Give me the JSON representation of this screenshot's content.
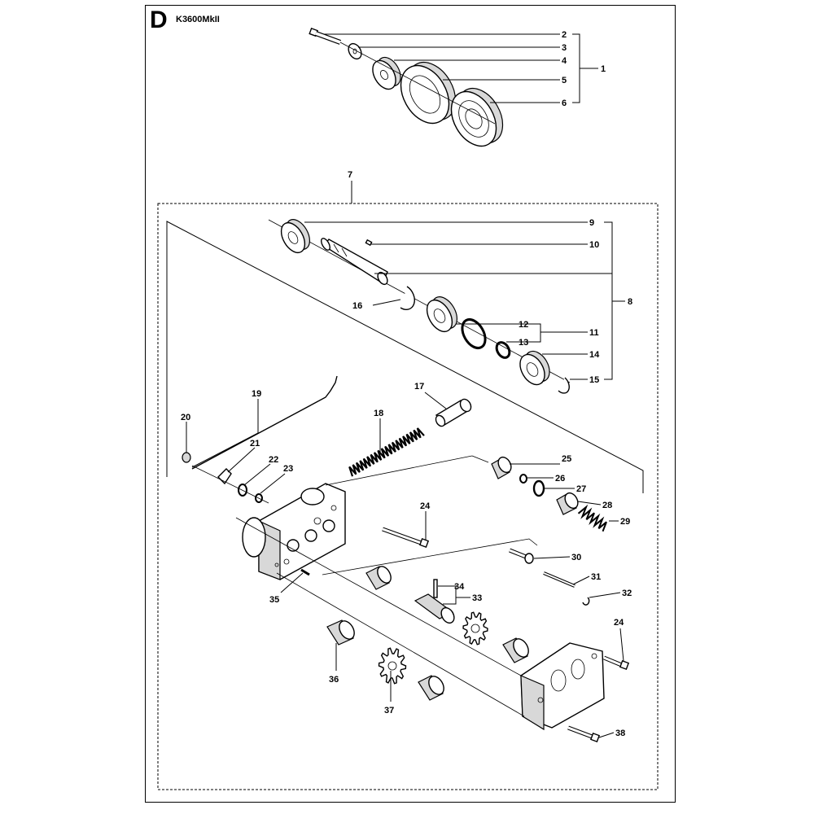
{
  "header": {
    "section_letter": "D",
    "model": "K3600MkII"
  },
  "callouts": {
    "c1": "1",
    "c2": "2",
    "c3": "3",
    "c4": "4",
    "c5": "5",
    "c6": "6",
    "c7": "7",
    "c8": "8",
    "c9": "9",
    "c10": "10",
    "c11": "11",
    "c12": "12",
    "c13": "13",
    "c14": "14",
    "c15": "15",
    "c16": "16",
    "c17": "17",
    "c18": "18",
    "c19": "19",
    "c20": "20",
    "c21": "21",
    "c22": "22",
    "c23": "23",
    "c24a": "24",
    "c24b": "24",
    "c25": "25",
    "c26": "26",
    "c27": "27",
    "c28": "28",
    "c29": "29",
    "c30": "30",
    "c31": "31",
    "c32": "32",
    "c33": "33",
    "c34": "34",
    "c35": "35",
    "c36": "36",
    "c37": "37",
    "c38": "38"
  }
}
